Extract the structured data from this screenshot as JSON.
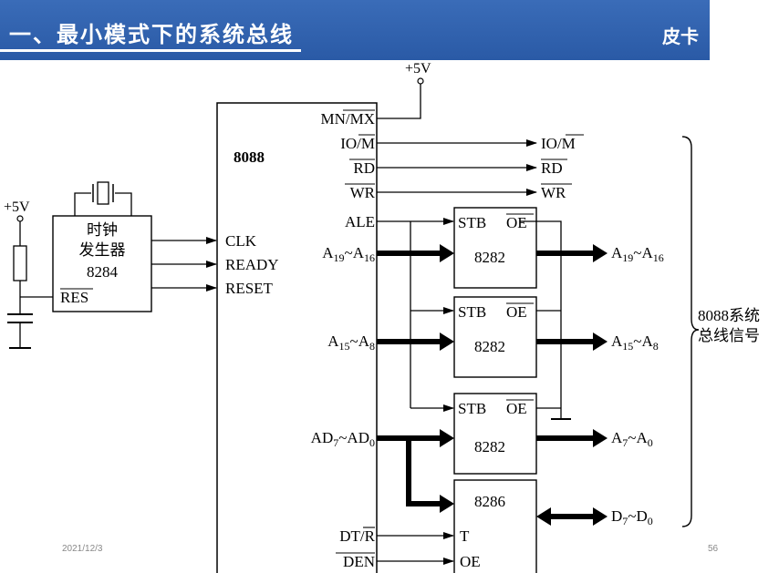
{
  "header": {
    "title": "一、最小模式下的系统总线",
    "right_text": "皮卡"
  },
  "footer": {
    "date": "2021/12/3",
    "page": "56"
  },
  "diagram": {
    "vcc_top": "+5V",
    "vcc_left": "+5V",
    "cpu_label": "8088",
    "cpu_pins": {
      "mnmx": "MN/MX",
      "iom": "IO/M",
      "rd": "RD",
      "wr": "WR",
      "ale": "ALE",
      "a19": "A19~A16",
      "a15": "A15~A8",
      "ad7": "AD7~AD0",
      "dtr": "DT/R",
      "den": "DEN",
      "clk": "CLK",
      "ready": "READY",
      "reset": "RESET"
    },
    "clock_gen": {
      "line1": "时钟",
      "line2": "发生器",
      "line3": "8284",
      "res": "RES"
    },
    "latch_chip": "8282",
    "transceiver_chip": "8286",
    "latch_pins": {
      "stb": "STB",
      "oe": "OE"
    },
    "transceiver_pins": {
      "t": "T",
      "oe": "OE"
    },
    "outputs": {
      "iom": "IO/M",
      "rd": "RD",
      "wr": "WR",
      "a19": "A19~A16",
      "a15": "A15~A8",
      "a7": "A7~A0",
      "d7": "D7~D0"
    },
    "bus_label": {
      "line1": "8088系统",
      "line2": "总线信号"
    }
  }
}
